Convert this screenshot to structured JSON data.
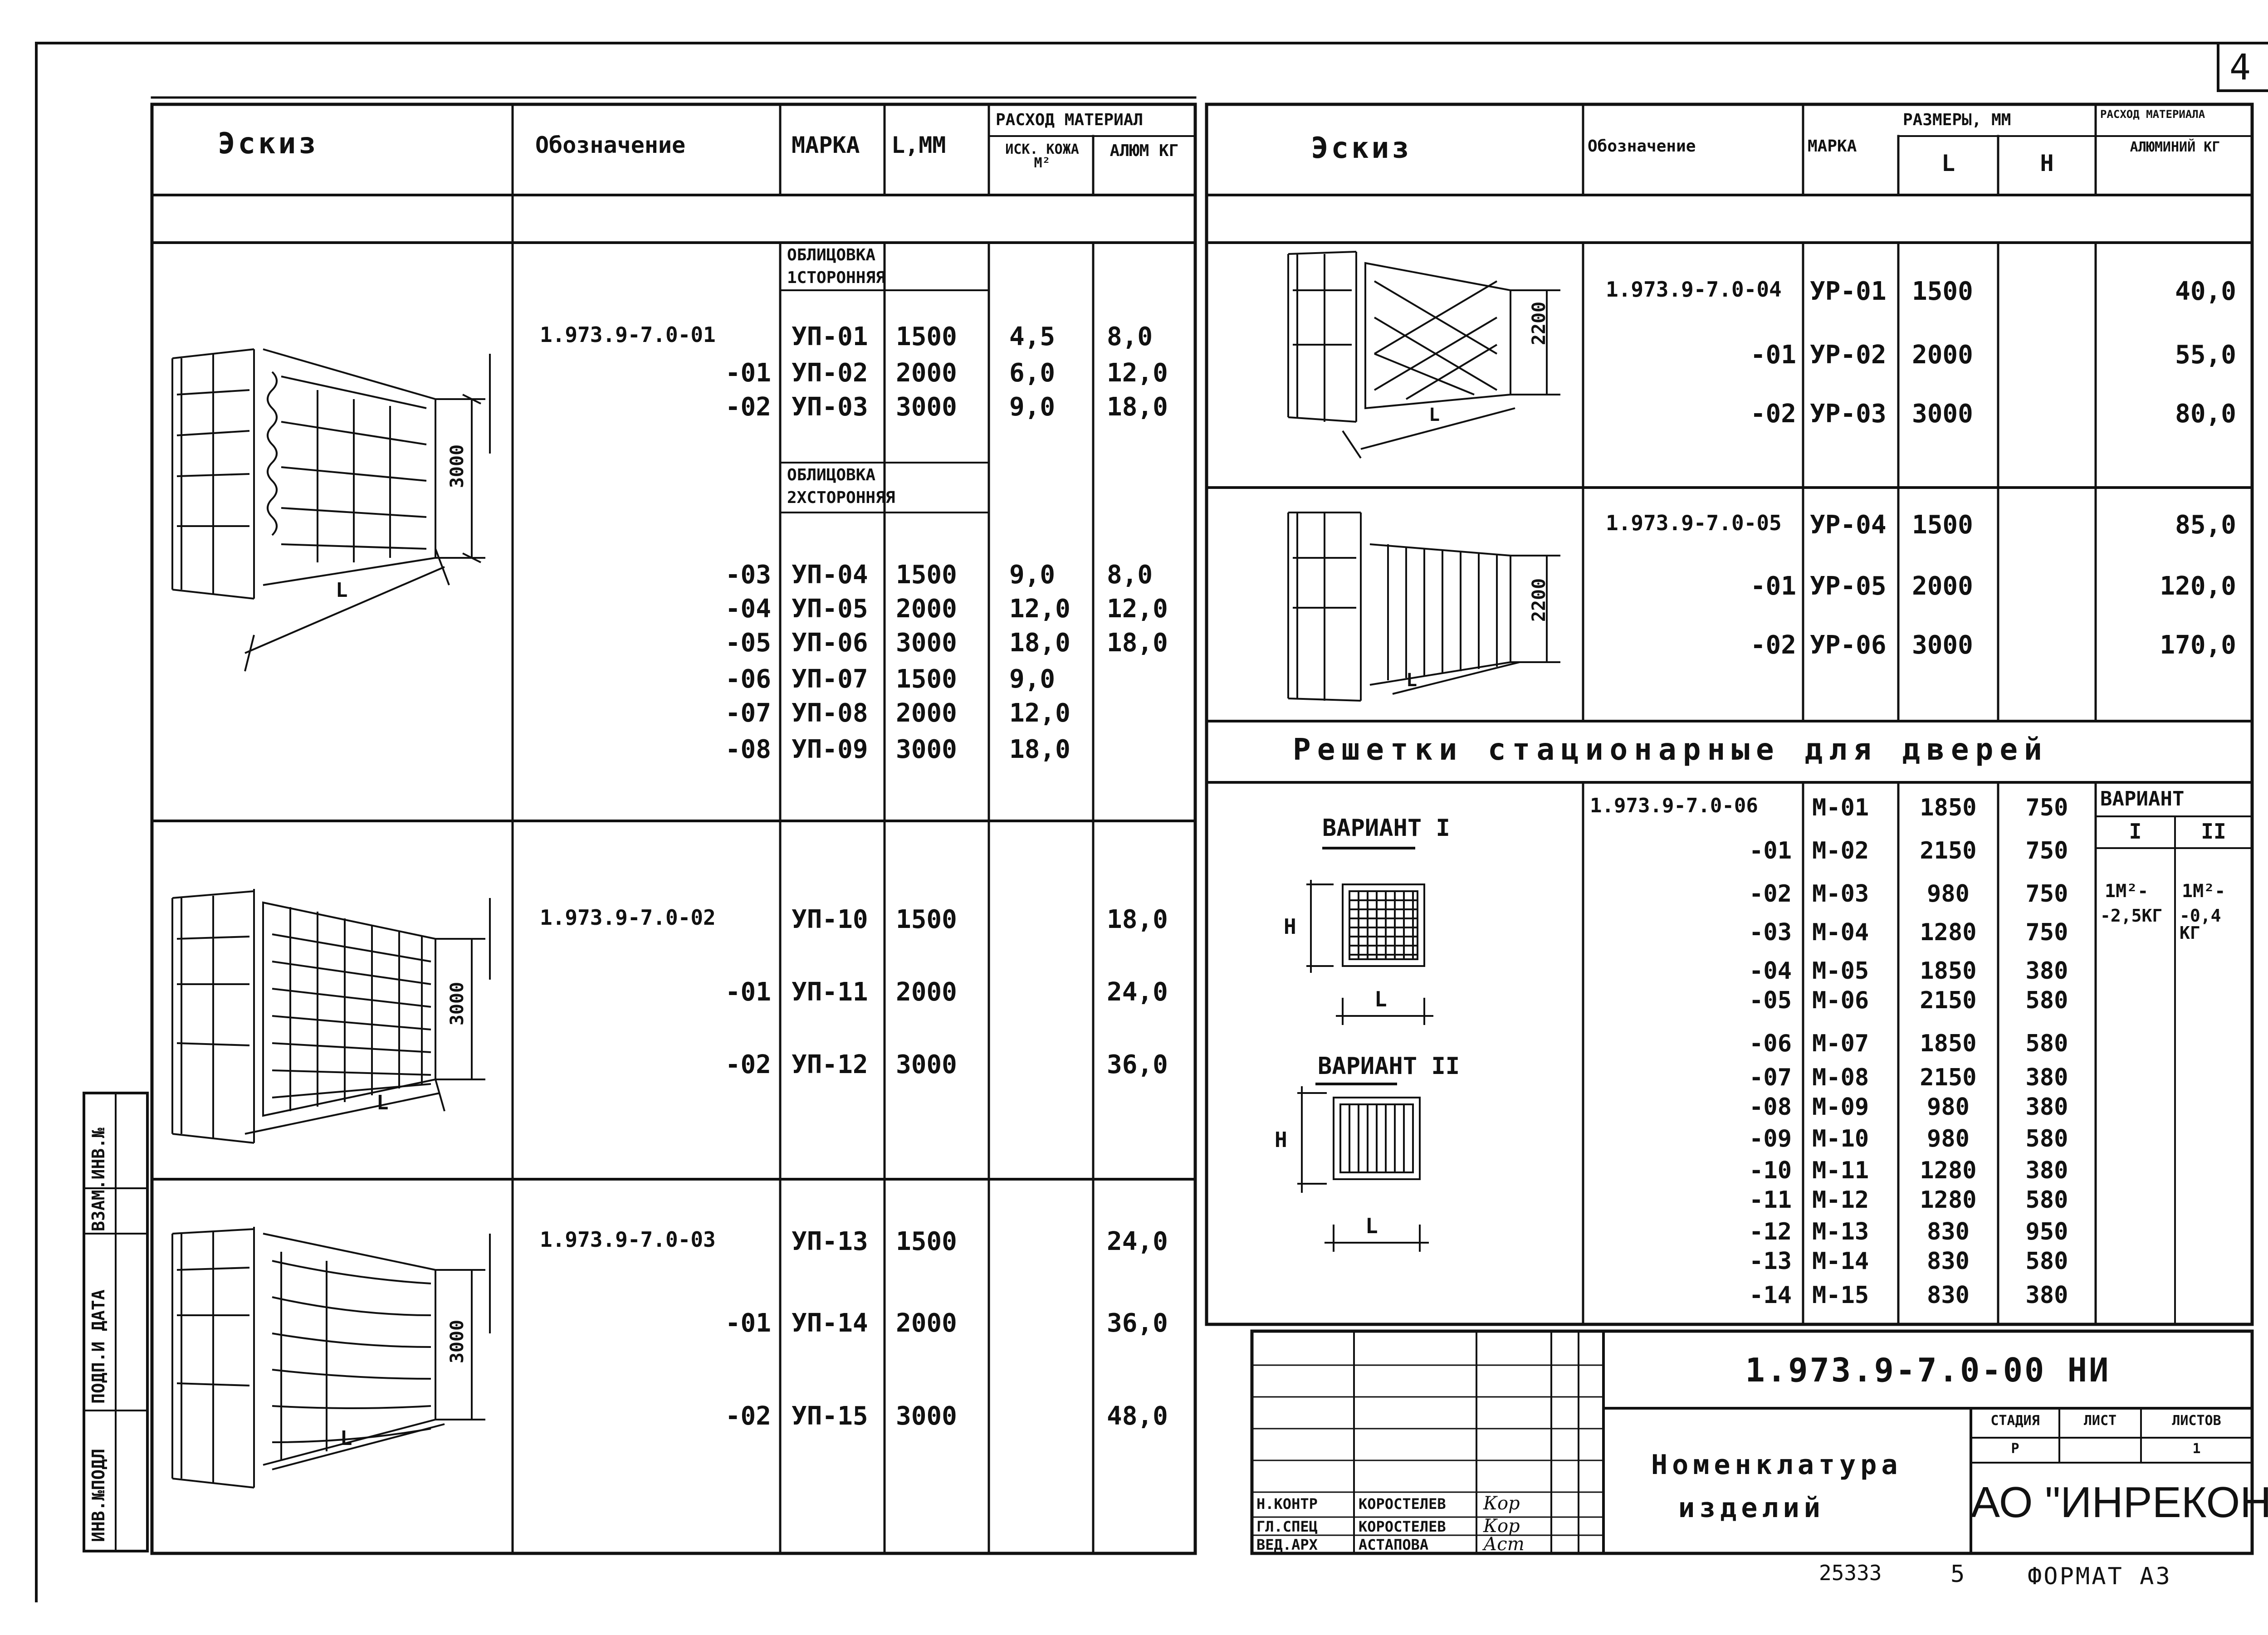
{
  "sheet": {
    "number": "4",
    "code": "1.973.9-7.0-00 НИ",
    "title_line1": "Номенклатура",
    "title_line2": "изделий",
    "company": "АО \"ИНРЕКОН\"",
    "stage_label": "СТАДИЯ",
    "sheet_label": "ЛИСТ",
    "sheets_label": "ЛИСТОВ",
    "stage": "Р",
    "sheets": "1",
    "inventory_no": "25333",
    "inv_suffix": "5",
    "format": "ФОРМАТ А3"
  },
  "signatures": [
    {
      "role": "Н.КОНТР",
      "name": "КОРОСТЕЛЕВ",
      "sign": "Кор"
    },
    {
      "role": "ГЛ.СПЕЦ",
      "name": "КОРОСТЕЛЕВ",
      "sign": "Кор"
    },
    {
      "role": "ВЕД.АРХ",
      "name": "АСТАПОВА",
      "sign": "Аст"
    }
  ],
  "side_stamp": {
    "inv": "ИНВ.№ПОДЛ",
    "sign_date": "ПОДП.И ДАТА",
    "replace": "ВЗАМ.ИНВ.№"
  },
  "left_table": {
    "headers": {
      "sketch": "Эскиз",
      "designation": "Обозначение",
      "mark": "МАРКА",
      "length": "L,ММ",
      "consumption": "РАСХОД МАТЕРИАЛ",
      "leather": "ИСК. КОЖА М²",
      "aluminium": "АЛЮМ КГ"
    },
    "group1_title_a": "ОБЛИЦОВКА",
    "group1_title_b": "1СТОРОННЯЯ",
    "group2_title_a": "ОБЛИЦОВКА",
    "group2_title_b": "2ХСТОРОННЯЯ",
    "dim_3000": "3000",
    "dim_L": "L",
    "block1_rows": [
      {
        "designation": "1.973.9-7.0-01",
        "mark": "УП-01",
        "length": "1500",
        "leather": "4,5",
        "alum": "8,0"
      },
      {
        "designation": "-01",
        "mark": "УП-02",
        "length": "2000",
        "leather": "6,0",
        "alum": "12,0"
      },
      {
        "designation": "-02",
        "mark": "УП-03",
        "length": "3000",
        "leather": "9,0",
        "alum": "18,0"
      },
      {
        "designation": "-03",
        "mark": "УП-04",
        "length": "1500",
        "leather": "9,0",
        "alum": "8,0"
      },
      {
        "designation": "-04",
        "mark": "УП-05",
        "length": "2000",
        "leather": "12,0",
        "alum": "12,0"
      },
      {
        "designation": "-05",
        "mark": "УП-06",
        "length": "3000",
        "leather": "18,0",
        "alum": "18,0"
      },
      {
        "designation": "-06",
        "mark": "УП-07",
        "length": "1500",
        "leather": "9,0",
        "alum": ""
      },
      {
        "designation": "-07",
        "mark": "УП-08",
        "length": "2000",
        "leather": "12,0",
        "alum": ""
      },
      {
        "designation": "-08",
        "mark": "УП-09",
        "length": "3000",
        "leather": "18,0",
        "alum": ""
      }
    ],
    "block2_rows": [
      {
        "designation": "1.973.9-7.0-02",
        "mark": "УП-10",
        "length": "1500",
        "alum": "18,0"
      },
      {
        "designation": "-01",
        "mark": "УП-11",
        "length": "2000",
        "alum": "24,0"
      },
      {
        "designation": "-02",
        "mark": "УП-12",
        "length": "3000",
        "alum": "36,0"
      }
    ],
    "block3_rows": [
      {
        "designation": "1.973.9-7.0-03",
        "mark": "УП-13",
        "length": "1500",
        "alum": "24,0"
      },
      {
        "designation": "-01",
        "mark": "УП-14",
        "length": "2000",
        "alum": "36,0"
      },
      {
        "designation": "-02",
        "mark": "УП-15",
        "length": "3000",
        "alum": "48,0"
      }
    ]
  },
  "right_table": {
    "headers": {
      "sketch": "Эскиз",
      "designation": "Обозначение",
      "mark": "МАРКА",
      "sizes": "РАЗМЕРЫ, ММ",
      "l": "L",
      "h": "H",
      "material": "РАСХОД МАТЕРИАЛА",
      "aluminium": "АЛЮМИНИЙ КГ"
    },
    "dim_2200": "2200",
    "dim_L": "L",
    "block1_rows": [
      {
        "designation": "1.973.9-7.0-04",
        "mark": "УР-01",
        "l": "1500",
        "alum": "40,0"
      },
      {
        "designation": "-01",
        "mark": "УР-02",
        "l": "2000",
        "alum": "55,0"
      },
      {
        "designation": "-02",
        "mark": "УР-03",
        "l": "3000",
        "alum": "80,0"
      }
    ],
    "block2_rows": [
      {
        "designation": "1.973.9-7.0-05",
        "mark": "УР-04",
        "l": "1500",
        "alum": "85,0"
      },
      {
        "designation": "-01",
        "mark": "УР-05",
        "l": "2000",
        "alum": "120,0"
      },
      {
        "designation": "-02",
        "mark": "УР-06",
        "l": "3000",
        "alum": "170,0"
      }
    ],
    "doors_title": "Решетки стационарные для дверей",
    "variant1": "ВАРИАНТ I",
    "variant2": "ВАРИАНТ II",
    "variant_col": "ВАРИАНТ",
    "var_i": "I",
    "var_ii": "II",
    "var_i_val1": "1М²-",
    "var_i_val2": "-2,5КГ",
    "var_ii_val1": "1М²-",
    "var_ii_val2": "-0,4 КГ",
    "dim_H": "H",
    "dim_l": "L",
    "grid_rows": [
      {
        "designation": "1.973.9-7.0-06",
        "mark": "М-01",
        "l": "1850",
        "h": "750"
      },
      {
        "designation": "-01",
        "mark": "М-02",
        "l": "2150",
        "h": "750"
      },
      {
        "designation": "-02",
        "mark": "М-03",
        "l": "980",
        "h": "750"
      },
      {
        "designation": "-03",
        "mark": "М-04",
        "l": "1280",
        "h": "750"
      },
      {
        "designation": "-04",
        "mark": "М-05",
        "l": "1850",
        "h": "380"
      },
      {
        "designation": "-05",
        "mark": "М-06",
        "l": "2150",
        "h": "580"
      },
      {
        "designation": "-06",
        "mark": "М-07",
        "l": "1850",
        "h": "580"
      },
      {
        "designation": "-07",
        "mark": "М-08",
        "l": "2150",
        "h": "380"
      },
      {
        "designation": "-08",
        "mark": "М-09",
        "l": "980",
        "h": "380"
      },
      {
        "designation": "-09",
        "mark": "М-10",
        "l": "980",
        "h": "580"
      },
      {
        "designation": "-10",
        "mark": "М-11",
        "l": "1280",
        "h": "380"
      },
      {
        "designation": "-11",
        "mark": "М-12",
        "l": "1280",
        "h": "580"
      },
      {
        "designation": "-12",
        "mark": "М-13",
        "l": "830",
        "h": "950"
      },
      {
        "designation": "-13",
        "mark": "М-14",
        "l": "830",
        "h": "580"
      },
      {
        "designation": "-14",
        "mark": "М-15",
        "l": "830",
        "h": "380"
      }
    ]
  }
}
